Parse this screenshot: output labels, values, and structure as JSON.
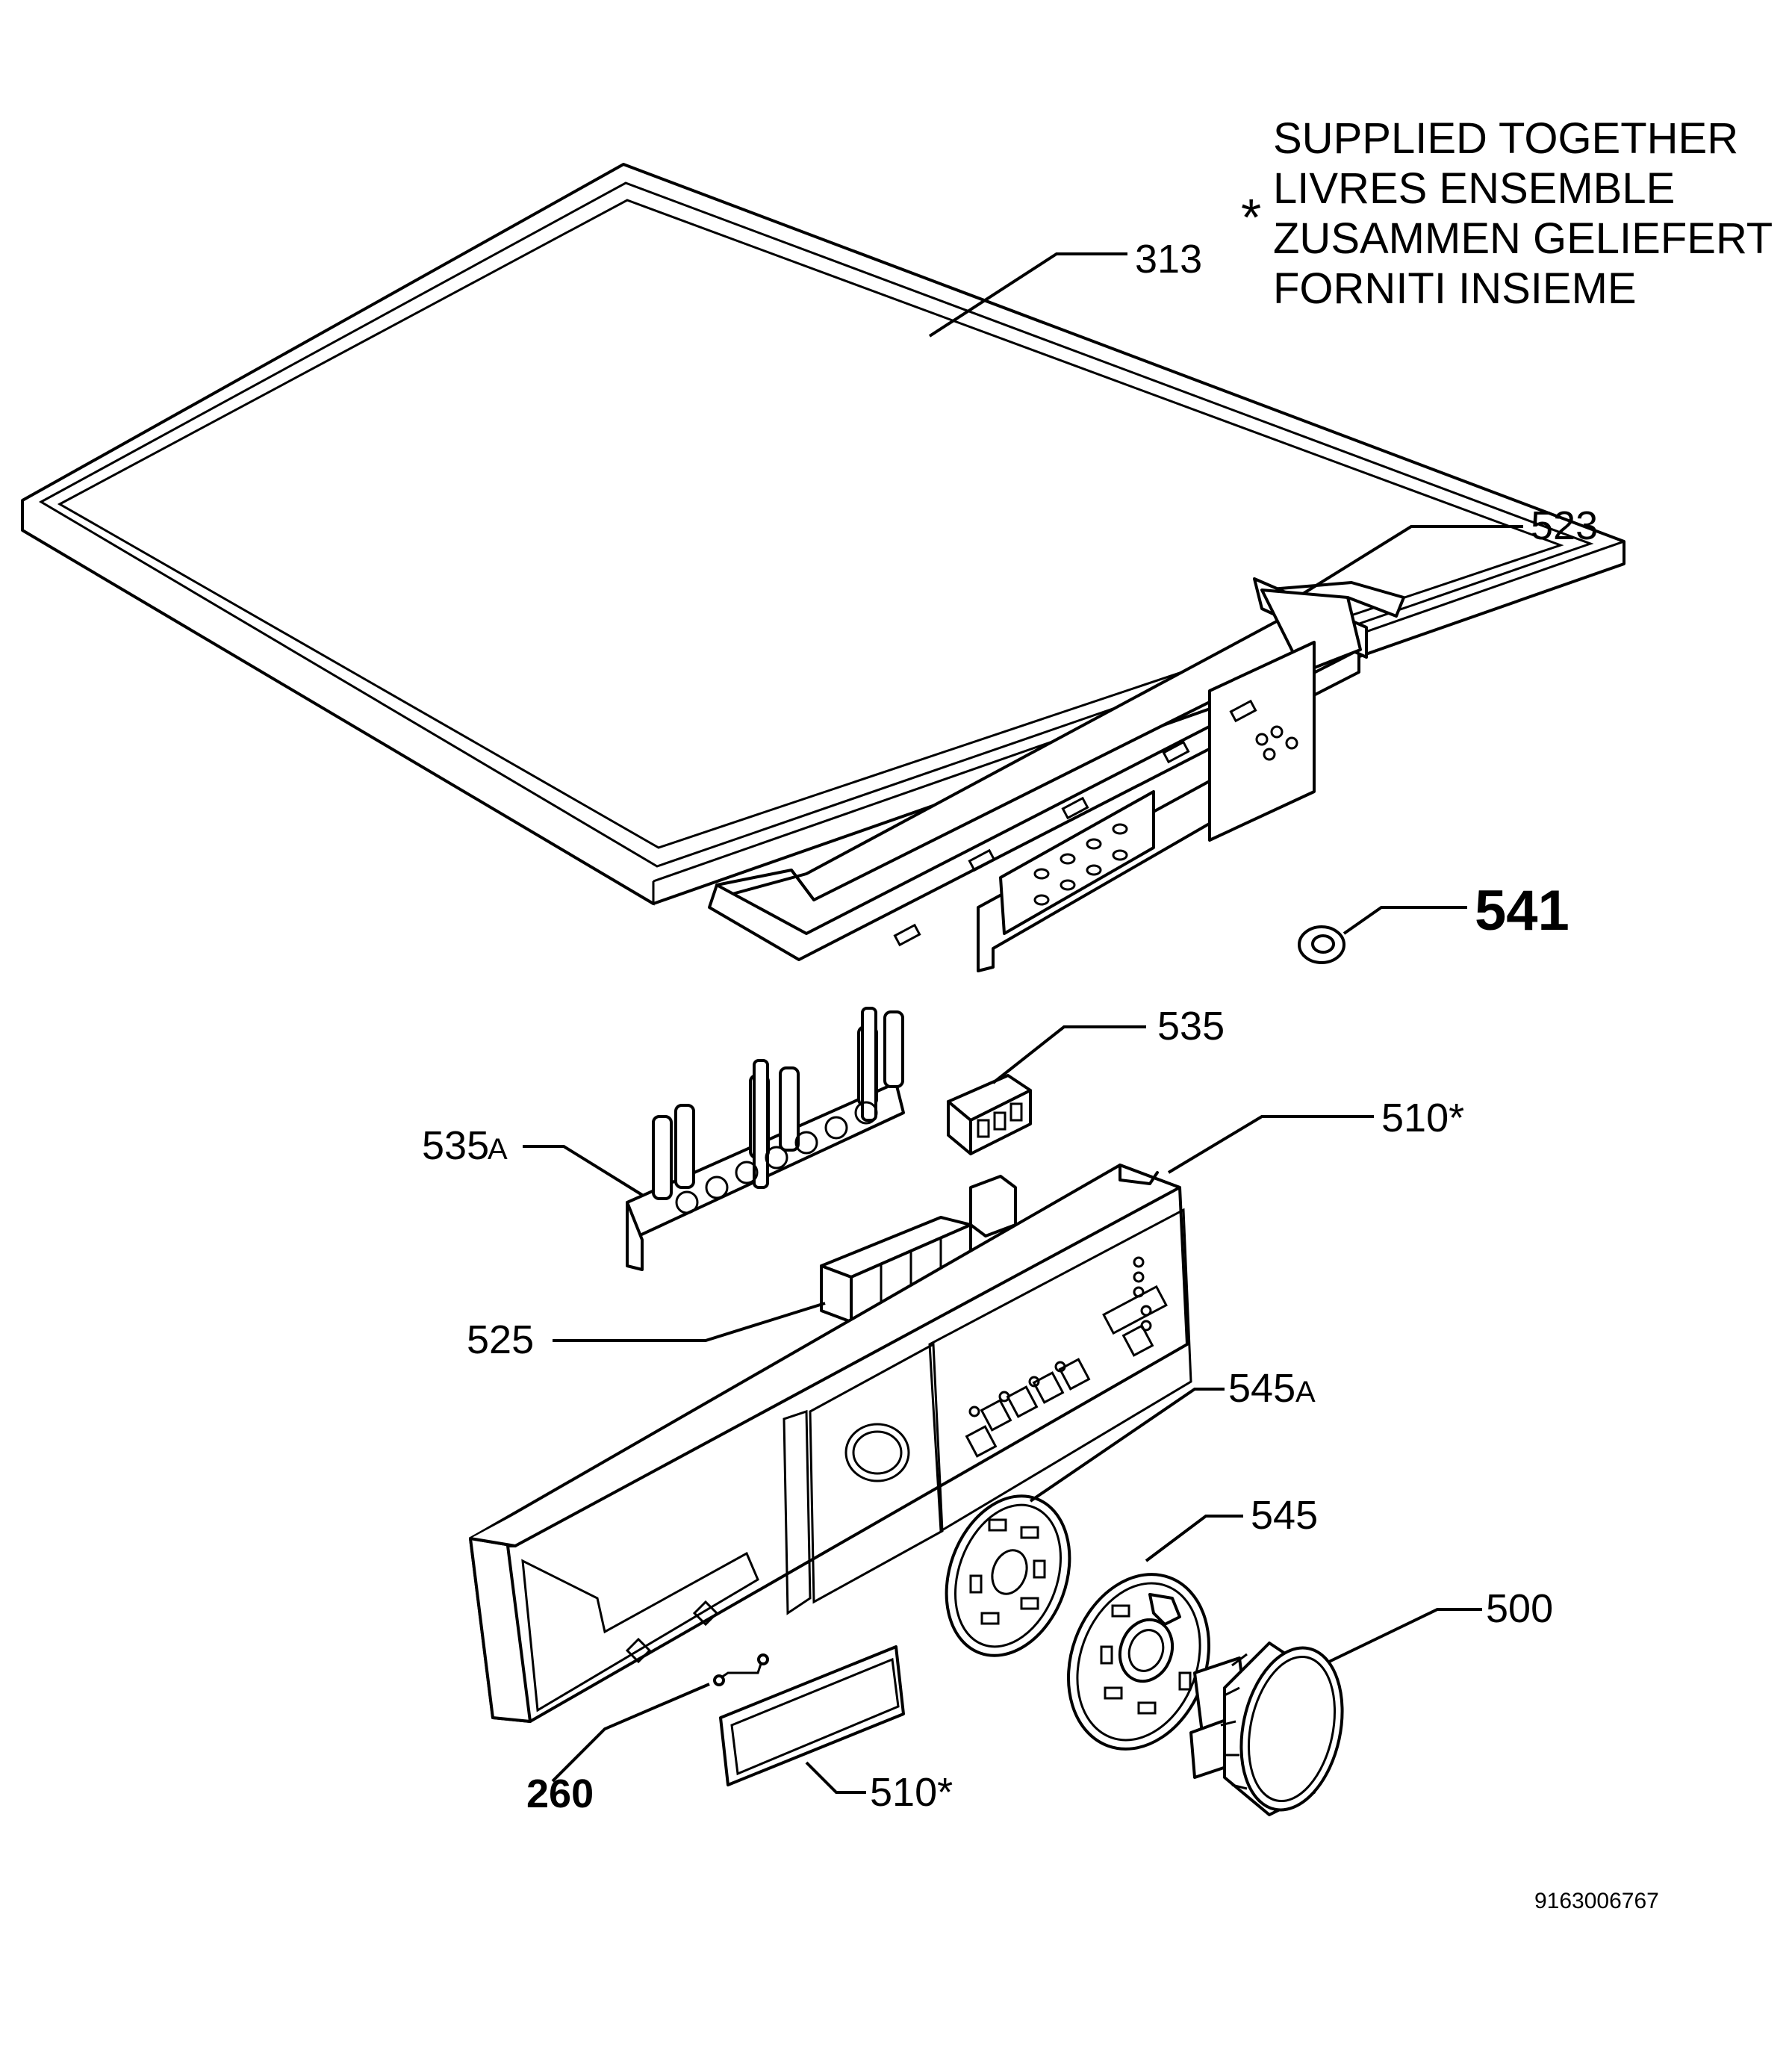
{
  "note": {
    "asterisk": "*",
    "lines": [
      "SUPPLIED TOGETHER",
      "LIVRES ENSEMBLE",
      "ZUSAMMEN GELIEFERT",
      "FORNITI INSIEME"
    ]
  },
  "labels": {
    "p313": "313",
    "p523": "523",
    "p541": "541",
    "p535": "535",
    "p535a": "535",
    "p535a_suffix": "A",
    "p510_top": "510*",
    "p525": "525",
    "p545a": "545",
    "p545a_suffix": "A",
    "p545": "545",
    "p500": "500",
    "p260": "260",
    "p510_bottom": "510*"
  },
  "document_number": "9163006767"
}
